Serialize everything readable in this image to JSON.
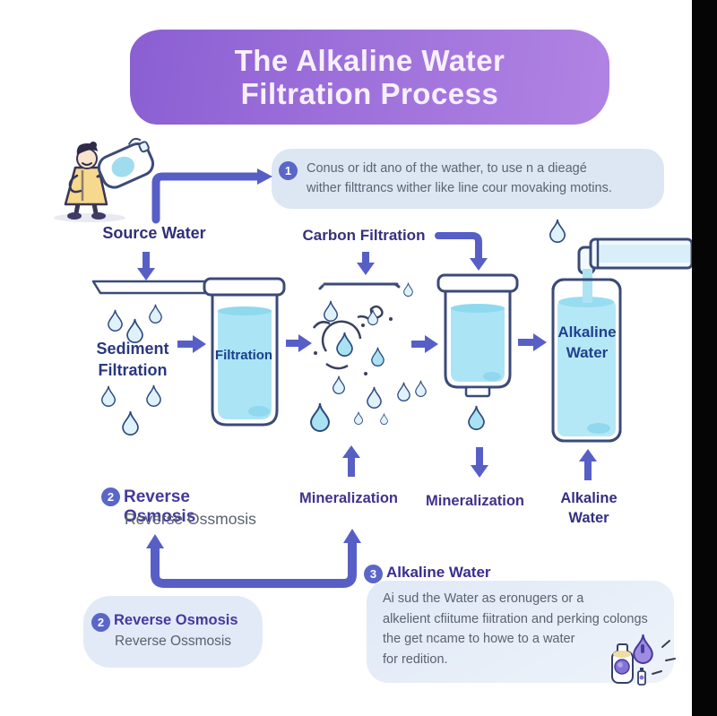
{
  "header": {
    "title": [
      "The Alkaline Water",
      "Filtration Process"
    ]
  },
  "callouts": {
    "one": {
      "number": "1",
      "lines": [
        "Conus or idt ano of the wather, to use n a dieagé",
        "wither filttrancs wither like line cour movaking motins."
      ]
    },
    "two_mid": {
      "number": "2",
      "title": "Reverse Osmosis",
      "subtitle": "Reverse Ossmosis"
    },
    "two_box": {
      "number": "2",
      "title": "Reverse Osmosis",
      "subtitle": "Reverse Ossmosis"
    },
    "three": {
      "number": "3",
      "heading": "Alkaline Water",
      "lines": [
        "Ai sud the Water as eronugers or a",
        "alkelient cfiitume fiitration and perking colongs",
        "the get ncame to howe to a water",
        "for redition."
      ]
    }
  },
  "labels": {
    "source_water": "Source Water",
    "carbon_filtration": "Carbon Filtration",
    "sediment": [
      "Sediment",
      "Filtration"
    ],
    "beaker": "Filtration",
    "glass": [
      "Alkaline",
      "Water"
    ],
    "mineralization_left": "Mineralization",
    "mineralization_right": "Mineralization",
    "alkaline_small": [
      "Alkaline",
      "Water"
    ]
  },
  "colors": {
    "banner_start": "#8a5fd2",
    "banner_end": "#b183e4",
    "arrow": "#575fc6",
    "navy_label": "#29387f",
    "purple_label": "#44399e",
    "water_fill": "#abe4f4",
    "callout_bg": "#dde6f3",
    "number_circle": "#5a66c8",
    "side_bar": "#050505"
  }
}
